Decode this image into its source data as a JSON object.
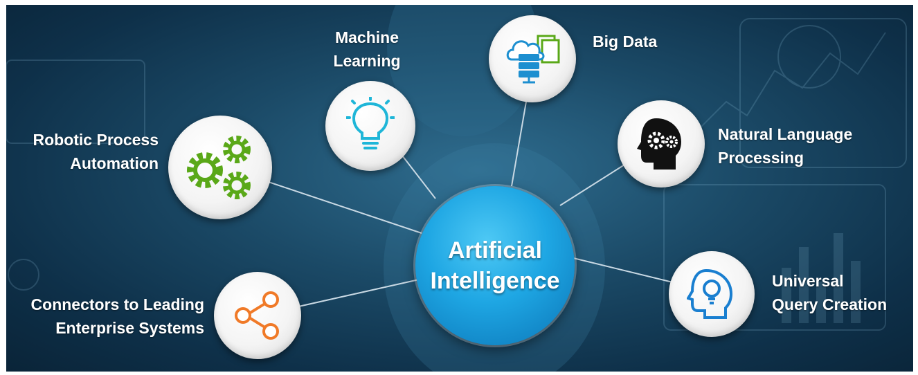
{
  "center": {
    "line1": "Artificial",
    "line2": "Intelligence"
  },
  "nodes": {
    "machine_learning": {
      "line1": "Machine",
      "line2": "Learning",
      "icon": "lightbulb-icon",
      "color": "#1fb6d8"
    },
    "big_data": {
      "line1": "Big Data",
      "icon": "cloud-server-icon",
      "color": "#1d8fd0"
    },
    "robotic_process_automation": {
      "line1": "Robotic Process",
      "line2": "Automation",
      "icon": "gears-icon",
      "color": "#5aa818"
    },
    "natural_language_processing": {
      "line1": "Natural Language",
      "line2": "Processing",
      "icon": "head-gears-icon",
      "color": "#111111"
    },
    "connectors": {
      "line1": "Connectors to Leading",
      "line2": "Enterprise Systems",
      "icon": "share-icon",
      "color": "#f07a28"
    },
    "universal_query_creation": {
      "line1": "Universal",
      "line2": "Query Creation",
      "icon": "head-bulb-icon",
      "color": "#1a7fd0"
    }
  },
  "colors": {
    "hub": "#1ea6e3",
    "background": "#0e3049"
  }
}
